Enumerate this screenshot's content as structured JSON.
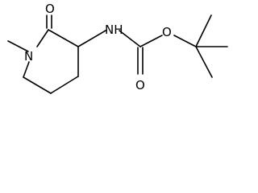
{
  "structure": {
    "atoms": {
      "ring_nitrogen": "N",
      "carbonyl_oxygen_ring": "O",
      "amide_nh": "NH",
      "carbonyl_oxygen_carbamate": "O",
      "ester_oxygen": "O"
    }
  }
}
